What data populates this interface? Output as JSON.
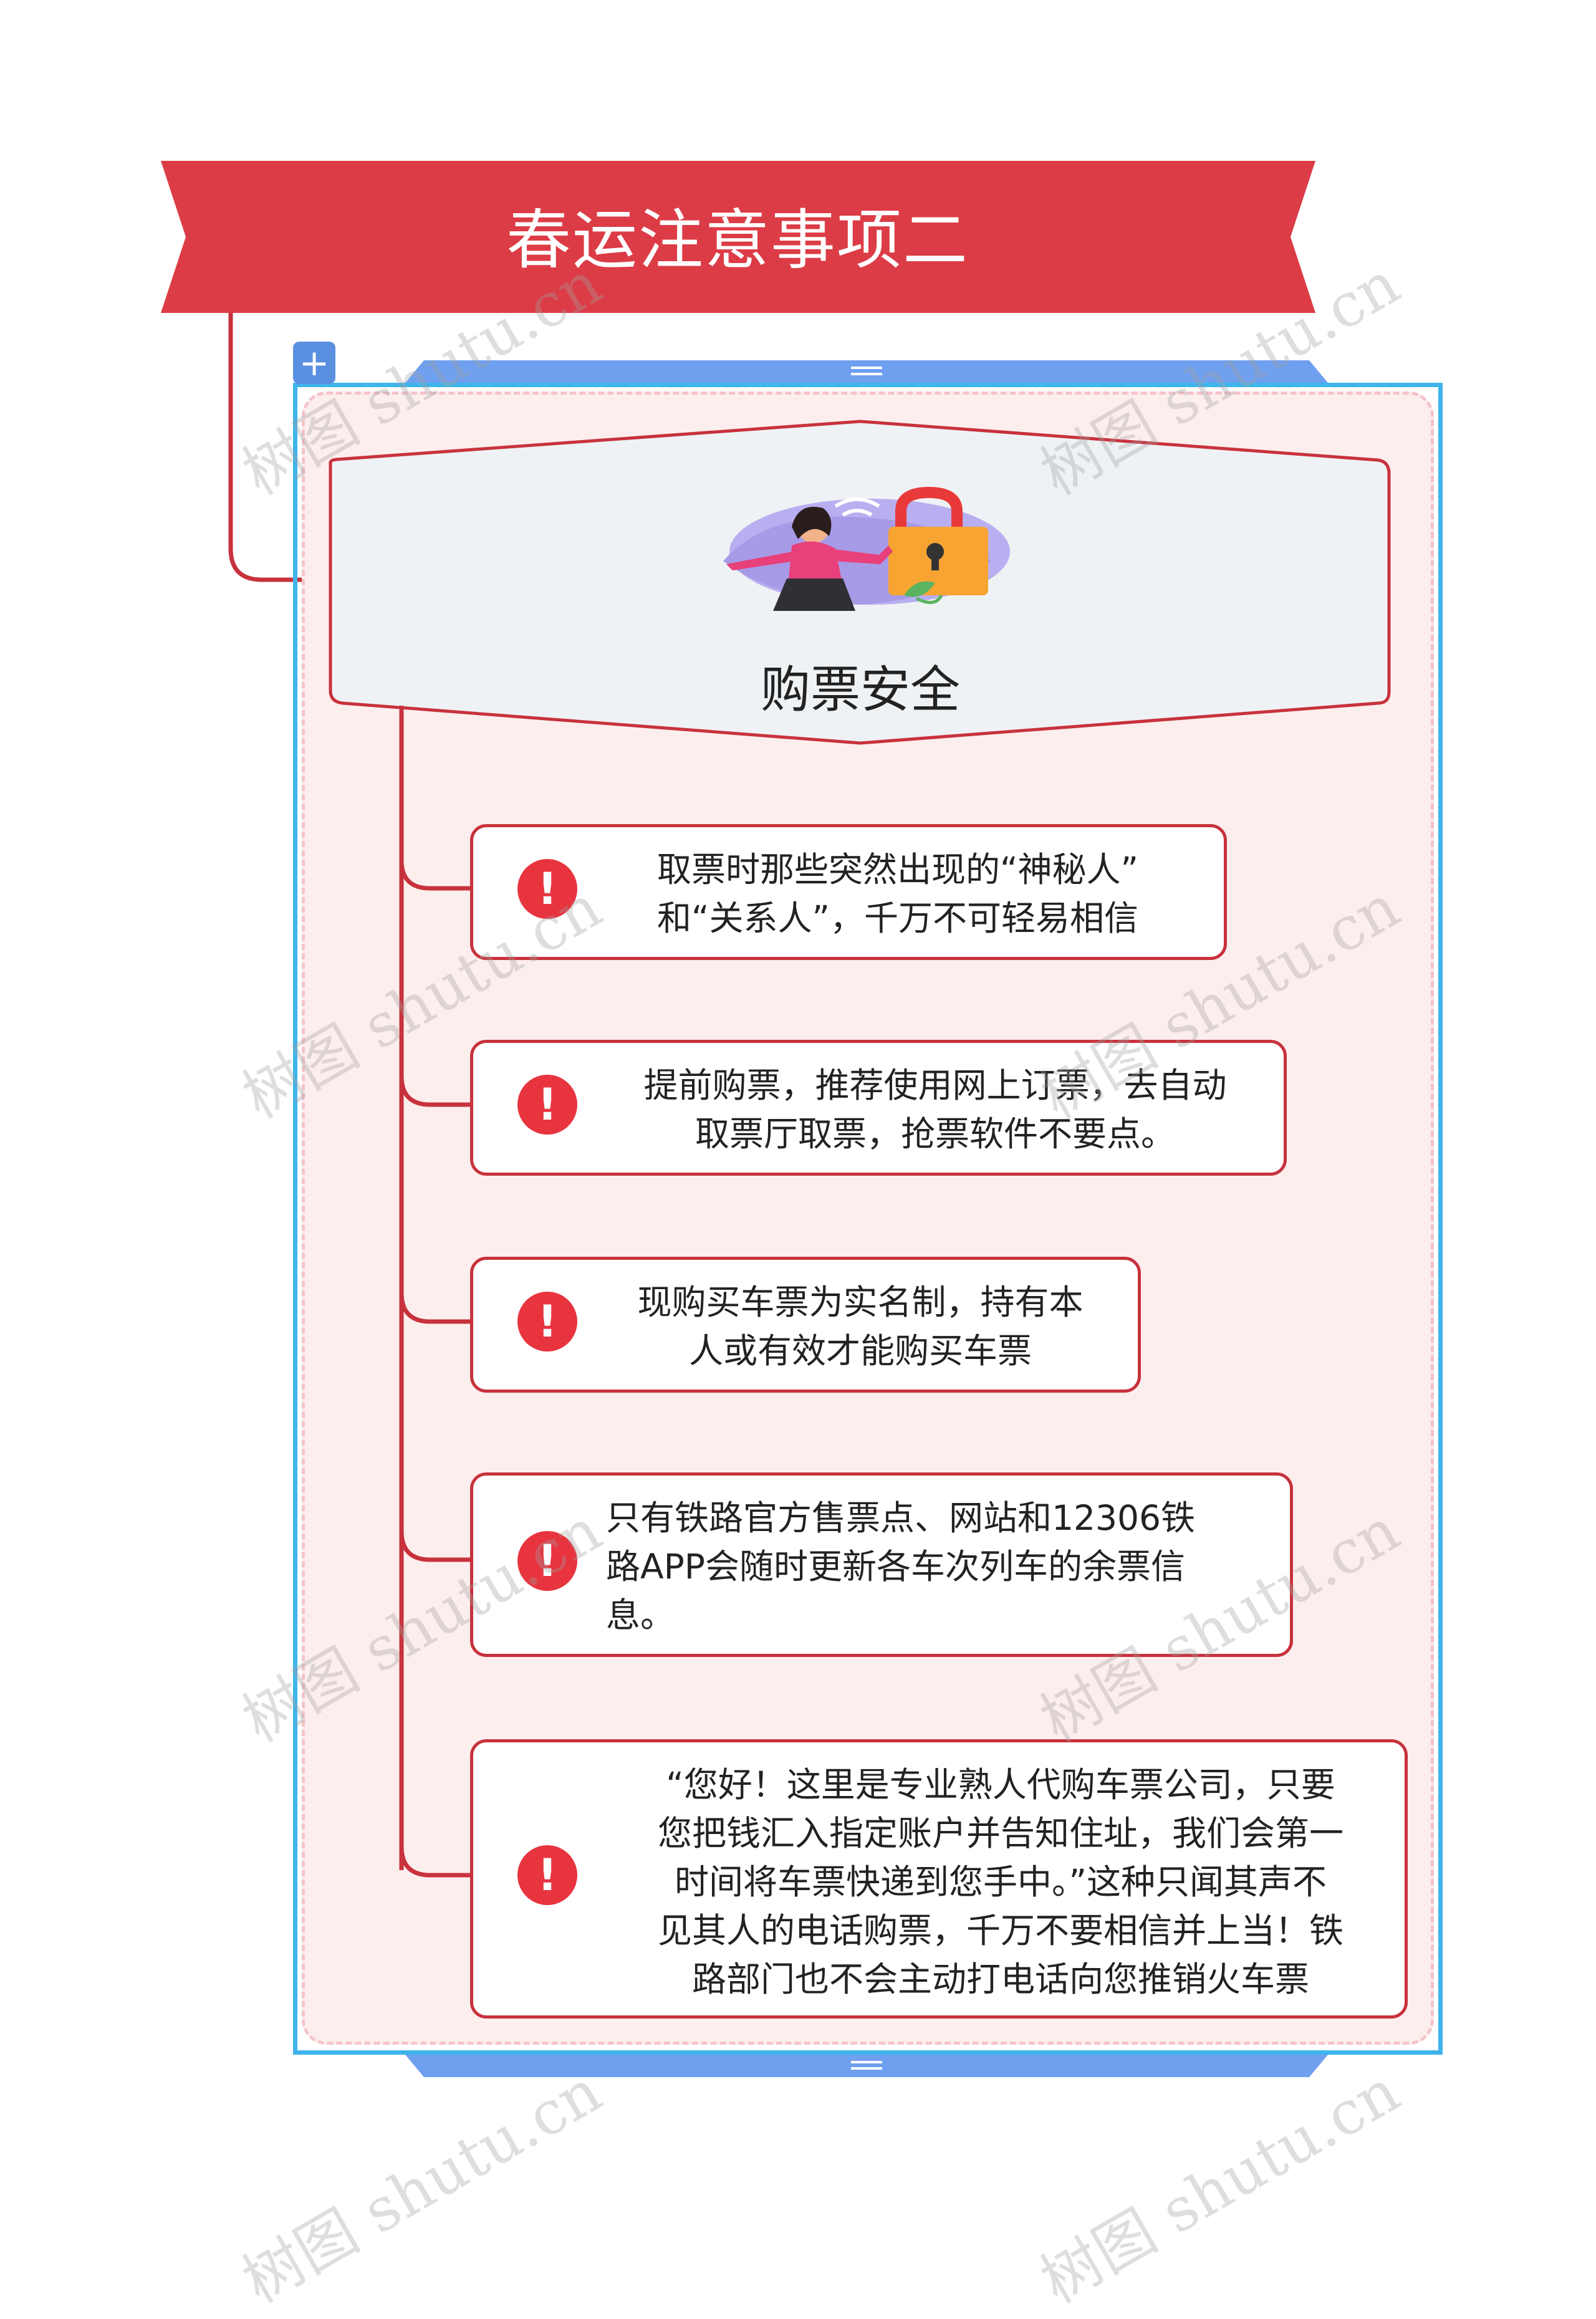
{
  "title": "春运注意事项二",
  "topic": {
    "label": "购票安全",
    "image_icon": "woman-with-padlock-illustration"
  },
  "items": [
    {
      "lines": [
        "取票时那些突然出现的“神秘人”",
        "和“关系人”，千万不可轻易相信"
      ],
      "icon": "exclamation-icon"
    },
    {
      "lines": [
        "提前购票，推荐使用网上订票，去自动",
        "取票厅取票，抢票软件不要点。"
      ],
      "icon": "exclamation-icon"
    },
    {
      "lines": [
        "现购买车票为实名制，持有本",
        "人或有效才能购买车票"
      ],
      "icon": "exclamation-icon"
    },
    {
      "lines": [
        "只有铁路官方售票点、网站和12306铁",
        "路APP会随时更新各车次列车的余票信",
        "息。"
      ],
      "icon": "exclamation-icon"
    },
    {
      "lines": [
        "“您好！这里是专业熟人代购车票公司，只要",
        "您把钱汇入指定账户并告知住址，我们会第一",
        "时间将车票快递到您手中。”这种只闻其声不",
        "见其人的电话购票，千万不要相信并上当！铁",
        "路部门也不会主动打电话向您推销火车票"
      ],
      "icon": "exclamation-icon"
    }
  ],
  "controls": {
    "expand_symbol": "+"
  },
  "watermark": "树图 shutu.cn",
  "colors": {
    "title_ribbon": "#dc3c46",
    "connector": "#c8323c",
    "group_border": "#3fb4ec",
    "group_fill": "#fdeeee",
    "warning": "#e8343f",
    "handle": "#6fa0f0"
  }
}
